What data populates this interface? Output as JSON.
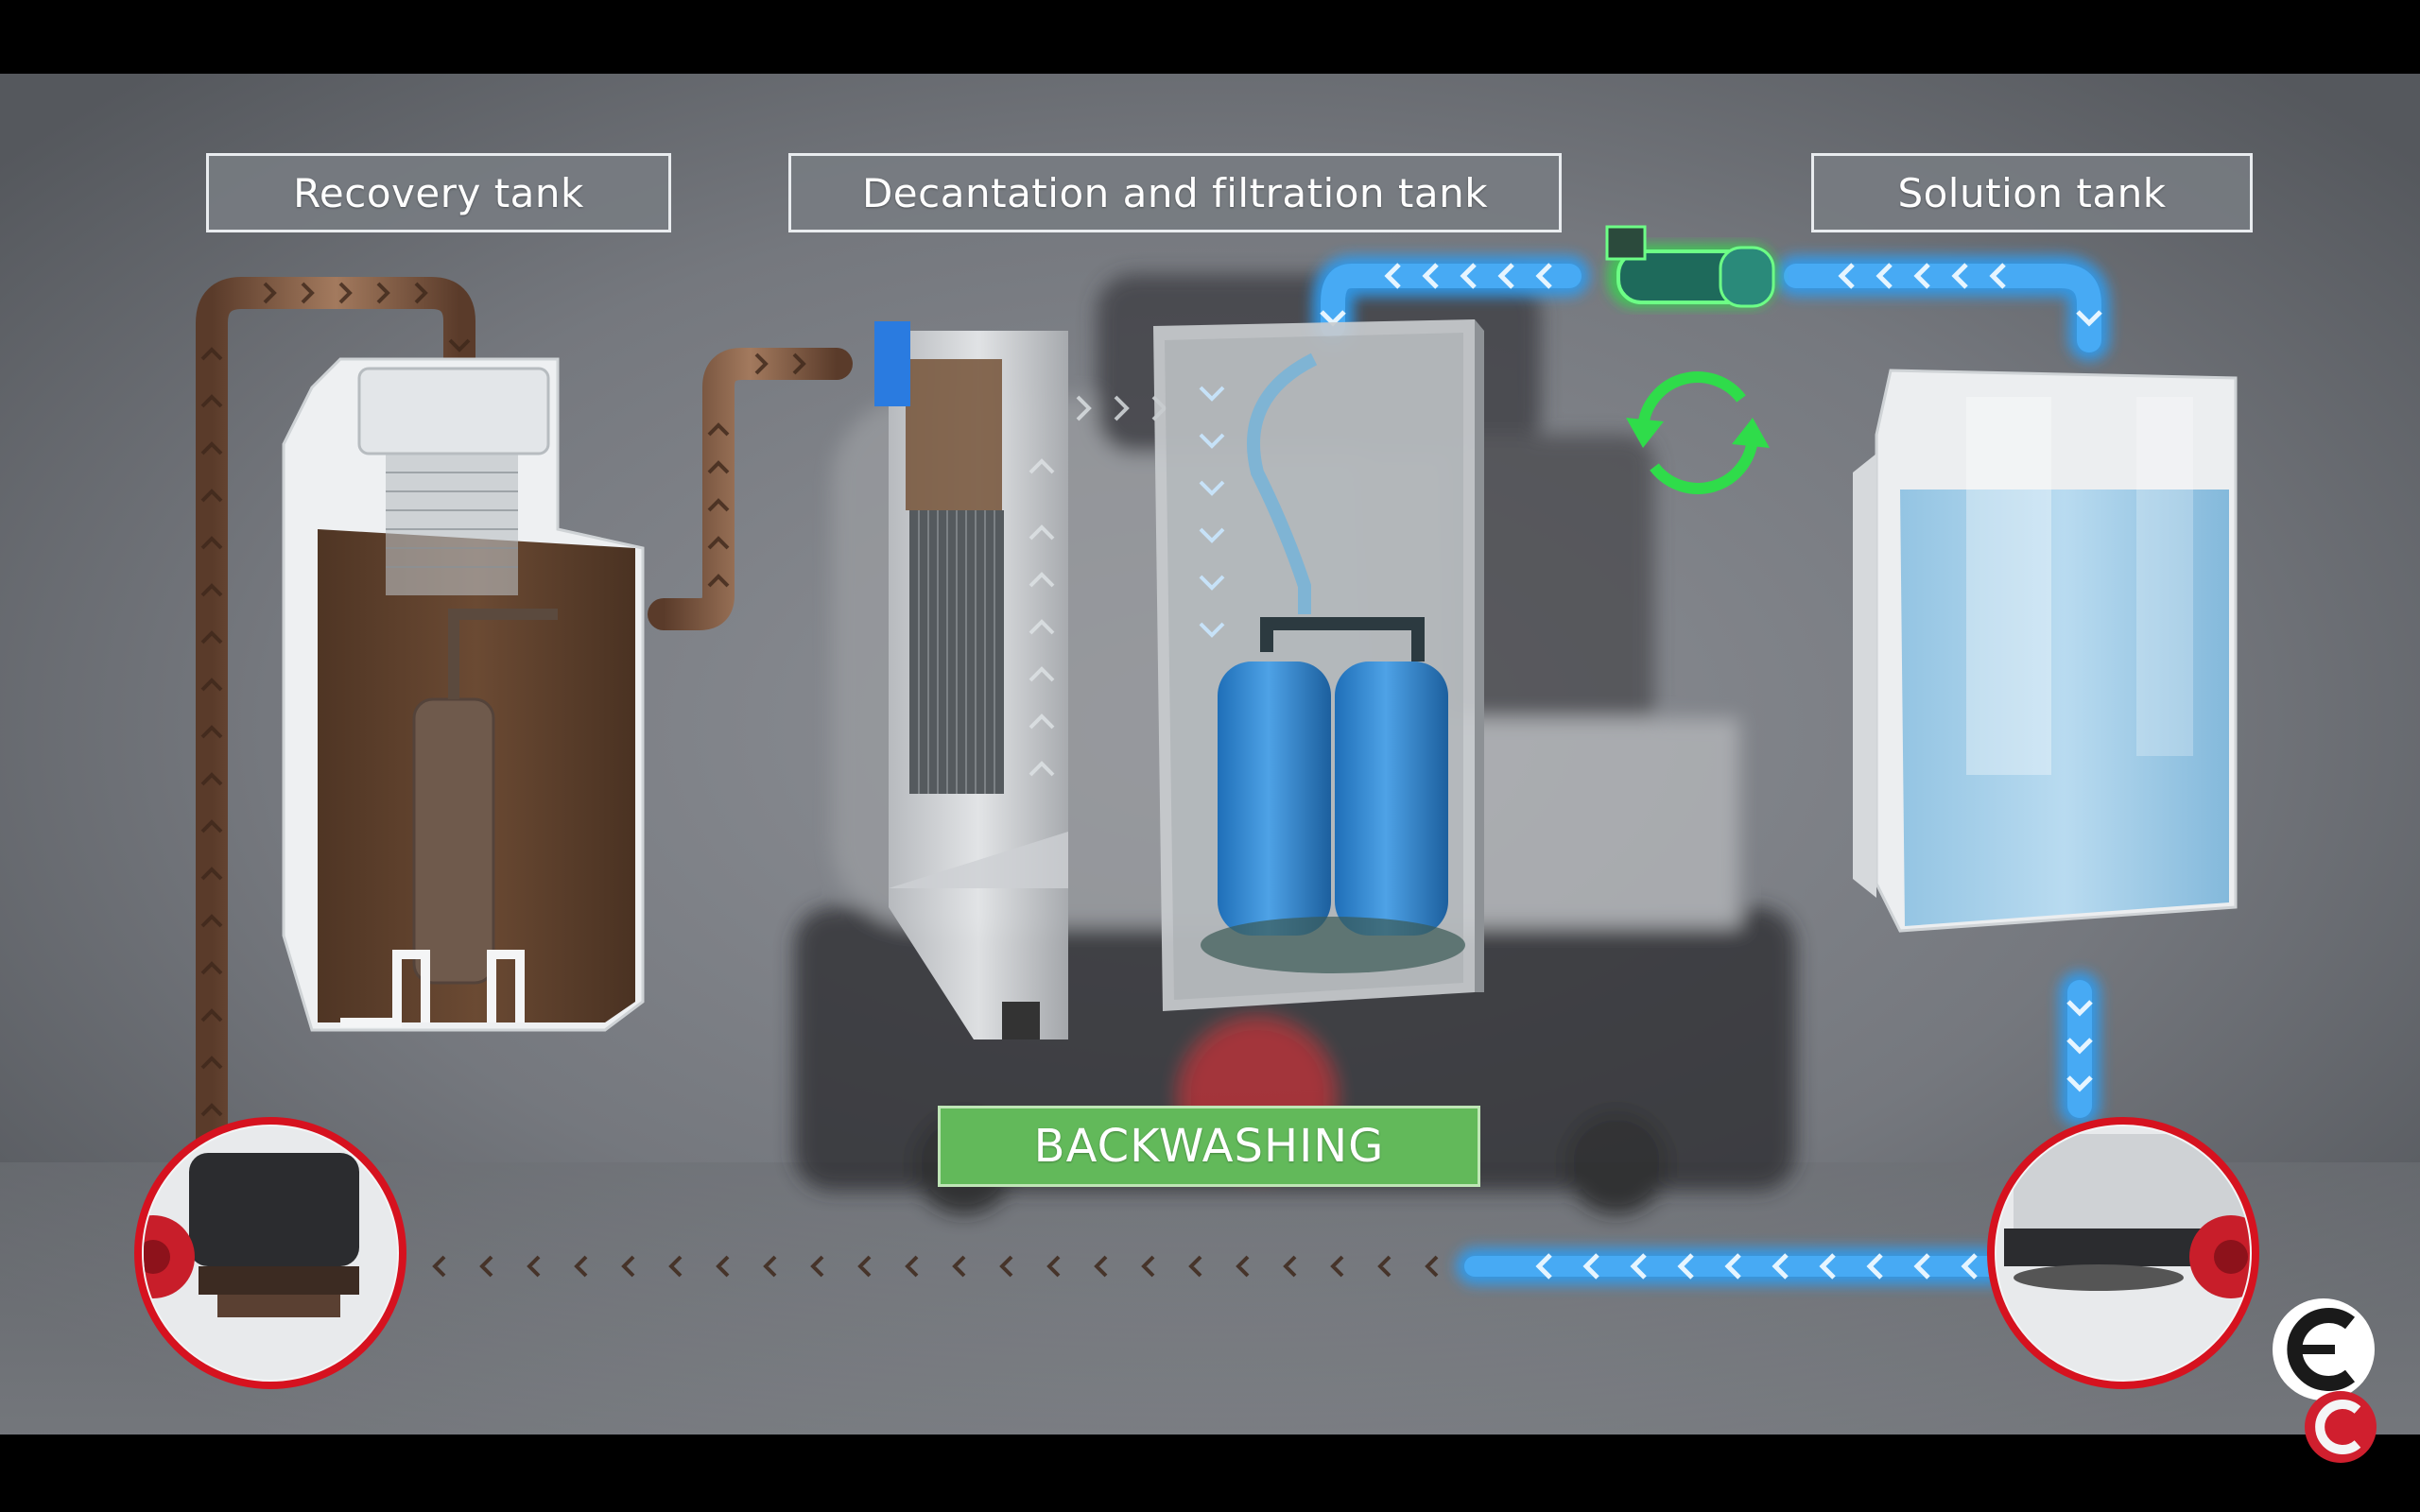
{
  "labels": {
    "recovery_tank": "Recovery tank",
    "decantation_tank": "Decantation and filtration tank",
    "solution_tank": "Solution tank"
  },
  "status_banner": "BACKWASHING",
  "colors": {
    "dirty_water": "#7a5038",
    "clean_water": "#2f9cf0",
    "pump_glow": "#2fe04a",
    "banner": "#62b95a",
    "brand": "#d01f2e"
  },
  "icons": {
    "pump": "pump-icon",
    "cycle": "refresh-cycle-icon",
    "brand": "brand-logo-icon"
  }
}
